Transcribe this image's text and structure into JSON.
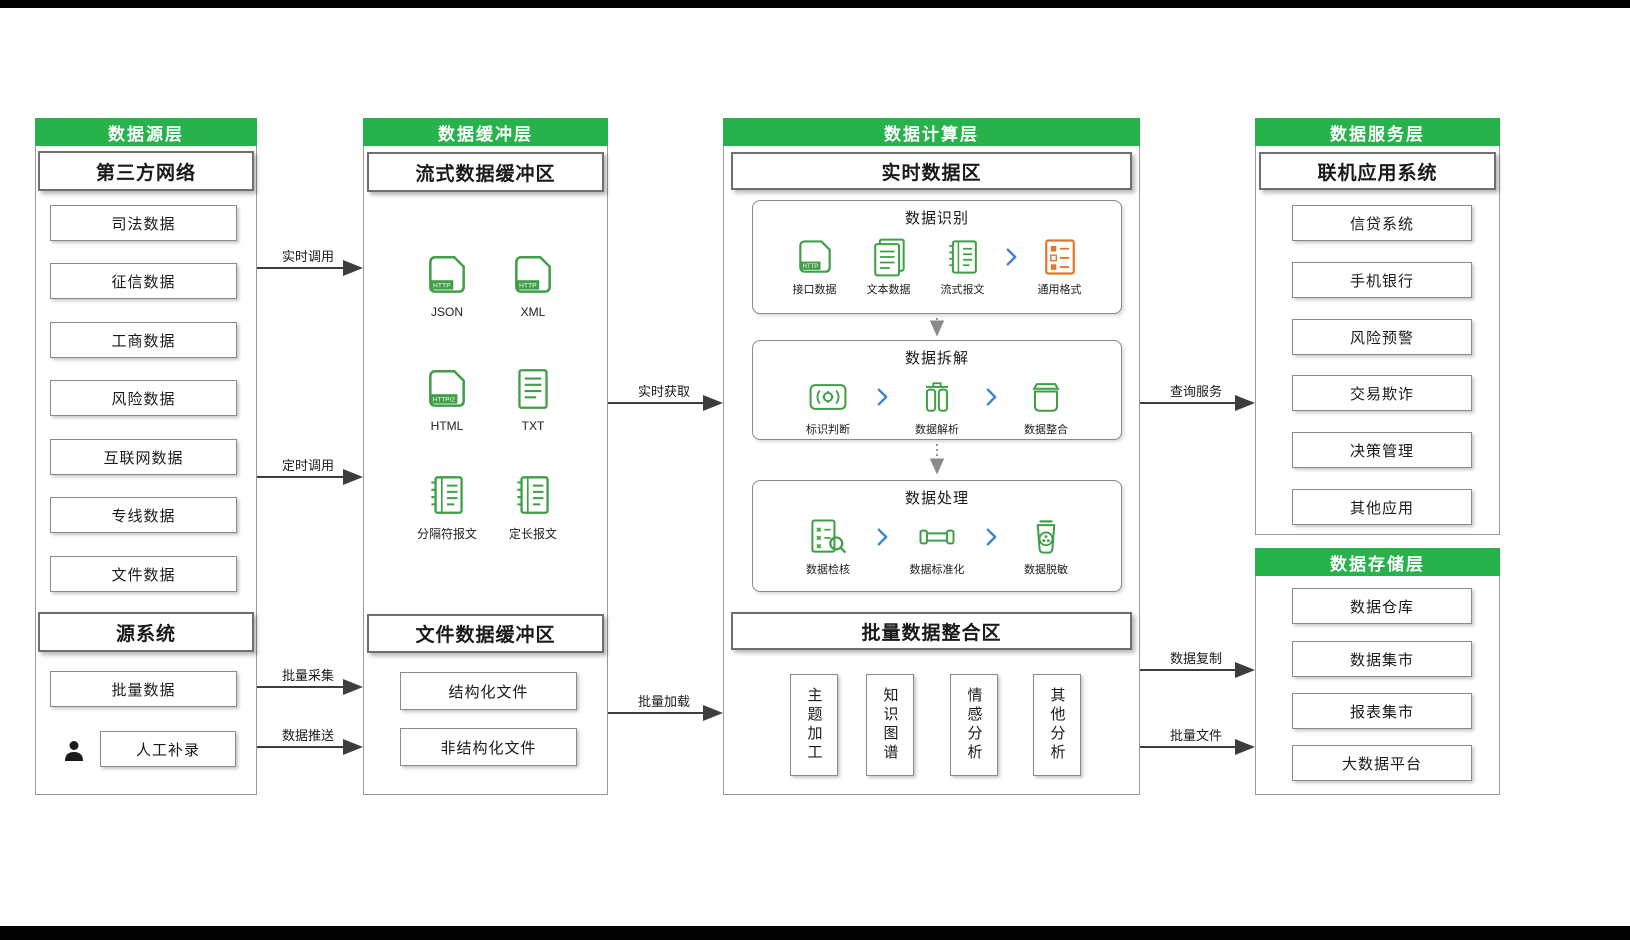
{
  "colors": {
    "header_green": "#27b24b",
    "icon_green": "#3f9e46",
    "accent_orange": "#e2772c",
    "chevron_blue": "#3b82d6",
    "arrow_gray": "#3d3d3d"
  },
  "layers": {
    "source": {
      "title": "数据源层",
      "third_party": {
        "title": "第三方网络",
        "items": [
          "司法数据",
          "征信数据",
          "工商数据",
          "风险数据",
          "互联网数据",
          "专线数据",
          "文件数据"
        ]
      },
      "source_system": {
        "title": "源系统",
        "batch": "批量数据",
        "manual": "人工补录"
      }
    },
    "buffer": {
      "title": "数据缓冲层",
      "stream": {
        "title": "流式数据缓冲区",
        "formats": [
          {
            "label": "JSON",
            "tab": "HTTP"
          },
          {
            "label": "XML",
            "tab": "HTTP"
          },
          {
            "label": "HTML",
            "tab": "HTTP/2"
          },
          {
            "label": "TXT"
          },
          {
            "label": "分隔符报文"
          },
          {
            "label": "定长报文"
          }
        ]
      },
      "file": {
        "title": "文件数据缓冲区",
        "items": [
          "结构化文件",
          "非结构化文件"
        ]
      }
    },
    "compute": {
      "title": "数据计算层",
      "realtime": {
        "title": "实时数据区",
        "stages": [
          {
            "title": "数据识别",
            "items": [
              {
                "label": "接口数据",
                "tab": "HTTP"
              },
              {
                "label": "文本数据"
              },
              {
                "label": "流式报文"
              },
              {
                "label": "通用格式"
              }
            ]
          },
          {
            "title": "数据拆解",
            "items": [
              {
                "label": "标识判断"
              },
              {
                "label": "数据解析"
              },
              {
                "label": "数据整合"
              }
            ]
          },
          {
            "title": "数据处理",
            "items": [
              {
                "label": "数据检核"
              },
              {
                "label": "数据标准化"
              },
              {
                "label": "数据脱敏"
              }
            ]
          }
        ]
      },
      "batch": {
        "title": "批量数据整合区",
        "items": [
          "主题加工",
          "知识图谱",
          "情感分析",
          "其他分析"
        ]
      }
    },
    "service": {
      "title": "数据服务层",
      "subtitle": "联机应用系统",
      "items": [
        "信贷系统",
        "手机银行",
        "风险预警",
        "交易欺诈",
        "决策管理",
        "其他应用"
      ]
    },
    "storage": {
      "title": "数据存储层",
      "items": [
        "数据仓库",
        "数据集市",
        "报表集市",
        "大数据平台"
      ]
    }
  },
  "arrows": [
    {
      "label": "实时调用"
    },
    {
      "label": "定时调用"
    },
    {
      "label": "批量采集"
    },
    {
      "label": "数据推送"
    },
    {
      "label": "实时获取"
    },
    {
      "label": "批量加载"
    },
    {
      "label": "查询服务"
    },
    {
      "label": "数据复制"
    },
    {
      "label": "批量文件"
    }
  ]
}
